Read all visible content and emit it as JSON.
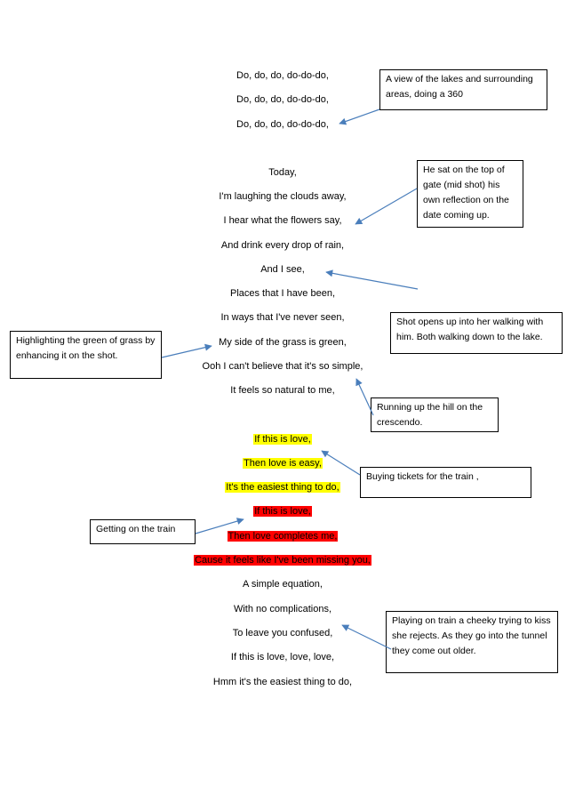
{
  "lyrics": [
    {
      "text": "Do, do, do, do-do-do,",
      "highlight": ""
    },
    {
      "text": "Do, do, do, do-do-do,",
      "highlight": ""
    },
    {
      "text": "Do, do, do, do-do-do,",
      "highlight": ""
    },
    {
      "text": "Today,",
      "highlight": ""
    },
    {
      "text": "I'm laughing the clouds away,",
      "highlight": ""
    },
    {
      "text": "I hear what the flowers say,",
      "highlight": ""
    },
    {
      "text": "And drink every drop of rain,",
      "highlight": ""
    },
    {
      "text": "And I see,",
      "highlight": ""
    },
    {
      "text": "Places that I have been,",
      "highlight": ""
    },
    {
      "text": "In ways that I've never seen,",
      "highlight": ""
    },
    {
      "text": "My side of the grass is green,",
      "highlight": ""
    },
    {
      "text": "Ooh I can't believe that it's so simple,",
      "highlight": ""
    },
    {
      "text": "It feels so natural to me,",
      "highlight": ""
    },
    {
      "text": "If this is love,",
      "highlight": "yellow"
    },
    {
      "text": "Then love is easy,",
      "highlight": "yellow"
    },
    {
      "text": "It's the easiest thing to do,",
      "highlight": "yellow"
    },
    {
      "text": "If this is love,",
      "highlight": "red"
    },
    {
      "text": "Then love completes me,",
      "highlight": "red"
    },
    {
      "text": "Cause it feels like I've been missing you,",
      "highlight": "red"
    },
    {
      "text": "A simple equation,",
      "highlight": ""
    },
    {
      "text": "With no complications,",
      "highlight": ""
    },
    {
      "text": "To leave you confused,",
      "highlight": ""
    },
    {
      "text": "If this is love, love, love,",
      "highlight": ""
    },
    {
      "text": "Hmm it's the easiest thing to do,",
      "highlight": ""
    }
  ],
  "notes": {
    "lakes_view": "A view of the lakes and surrounding areas, doing a 360",
    "gate": "He sat on the top of gate (mid shot) his own reflection on the date coming up.",
    "walking": "Shot opens up into her walking with him. Both walking down to the lake.",
    "grass": "Highlighting the green of grass by enhancing it on the shot.",
    "hill": "Running up the hill on the crescendo.",
    "tickets": "Buying tickets for the train ,",
    "getting_on": "Getting on the train",
    "playing": "Playing on train a cheeky trying to kiss she rejects. As they go into the tunnel they come out older."
  },
  "colors": {
    "yellow_highlight": "#ffff00",
    "red_highlight": "#ff0000",
    "arrow": "#4a7ebb"
  }
}
